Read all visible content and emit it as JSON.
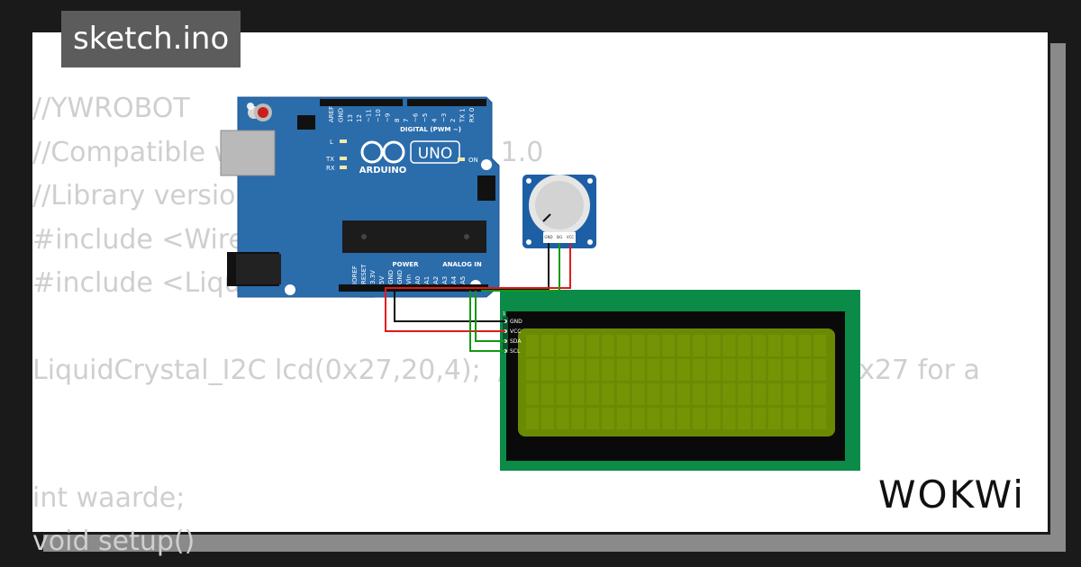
{
  "header": {
    "filename": "sketch.ino"
  },
  "code_lines": [
    "//YWROBOT",
    "//Compatible with the Arduino IDE 1.0",
    "//Library version:1.1",
    "#include <Wire.h>",
    "#include <LiquidCrystal_I2C.h>",
    "",
    "LiquidCrystal_I2C lcd(0x27,20,4);  // set the LCD address to 0x27 for a 16",
    "",
    "",
    "int waarde;",
    "void setup()"
  ],
  "board": {
    "brand": "ARDUINO",
    "model": "UNO",
    "digital_label": "DIGITAL (PWM ~)",
    "power_label": "POWER",
    "analog_label": "ANALOG IN",
    "on_label": "ON",
    "l_label": "L",
    "tx_label": "TX",
    "rx_label": "RX",
    "top_pins": [
      "AREF",
      "GND",
      "13",
      "12",
      "~11",
      "~10",
      "~9",
      "8",
      "7",
      "~6",
      "~5",
      "4",
      "~3",
      "2",
      "TX 1",
      "RX 0"
    ],
    "bottom_pins": [
      "IOREF",
      "RESET",
      "3.3V",
      "5V",
      "GND",
      "GND",
      "Vin",
      "A0",
      "A1",
      "A2",
      "A3",
      "A4",
      "A5"
    ]
  },
  "lcd": {
    "pins": [
      "GND",
      "VCC",
      "SDA",
      "SCL"
    ],
    "pin_one": "1"
  },
  "pot": {
    "pins": [
      "GND",
      "SIG",
      "VCC"
    ]
  },
  "brand_logo": "WOKWi",
  "colors": {
    "board": "#2b6cab",
    "lcd_pcb": "#0c8a48",
    "lcd_screen": "#6b8a04",
    "wire_red": "#e31919",
    "wire_black": "#111111",
    "wire_green": "#119911"
  }
}
